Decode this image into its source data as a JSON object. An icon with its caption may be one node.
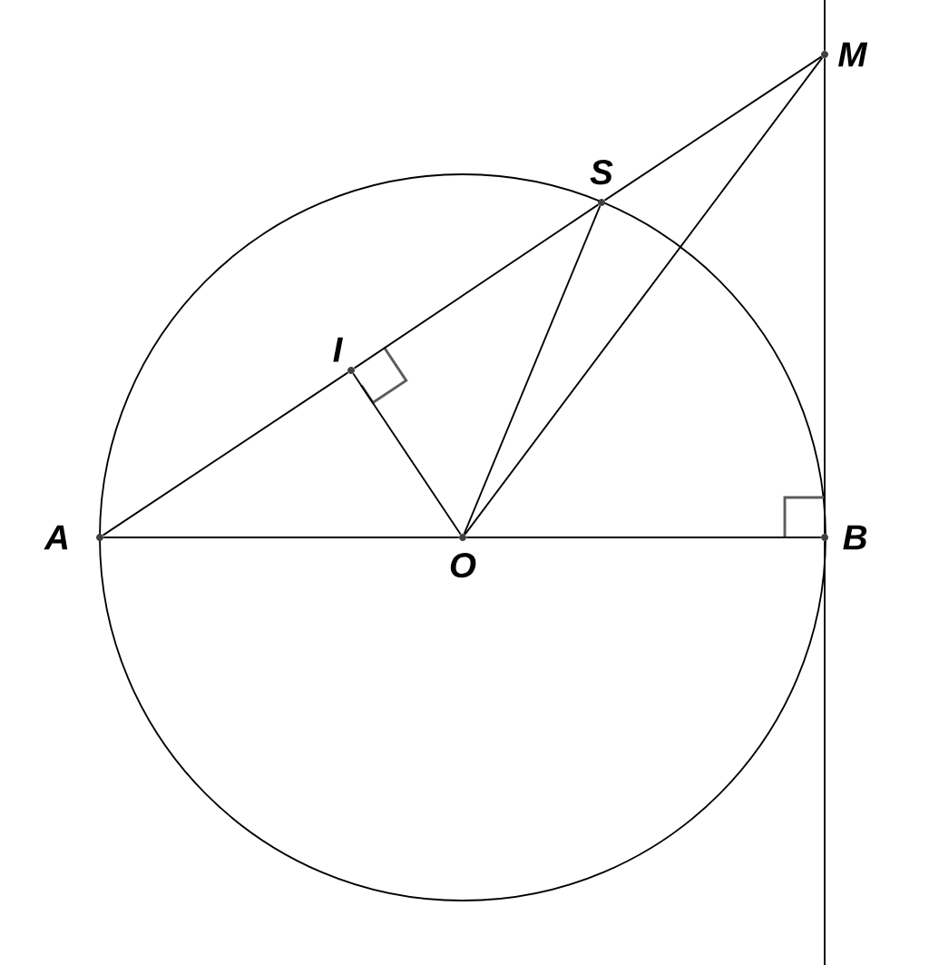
{
  "diagram": {
    "nodes": [
      {
        "text": [
          "A"
        ]
      },
      {
        "text": [
          "O"
        ]
      },
      {
        "text": [
          "B"
        ]
      },
      {
        "text": [
          "S"
        ]
      },
      {
        "text": [
          "I"
        ]
      },
      {
        "text": [
          "M"
        ]
      }
    ],
    "edges": [
      {
        "from": 0,
        "to": 4,
        "arrow": "none"
      },
      {
        "from": 4,
        "to": 3,
        "arrow": "none"
      },
      {
        "from": 3,
        "to": 5,
        "arrow": "none"
      },
      {
        "from": 0,
        "to": 1,
        "arrow": "none"
      },
      {
        "from": 1,
        "to": 2,
        "arrow": "none"
      },
      {
        "from": 1,
        "to": 4,
        "arrow": "none"
      },
      {
        "from": 1,
        "to": 3,
        "arrow": "none"
      },
      {
        "from": 1,
        "to": 5,
        "arrow": "none"
      },
      {
        "from": 5,
        "to": 2,
        "arrow": "none"
      },
      {
        "from": null,
        "to": 5,
        "arrow": "none"
      },
      {
        "from": 2,
        "to": null,
        "arrow": "none"
      }
    ]
  }
}
